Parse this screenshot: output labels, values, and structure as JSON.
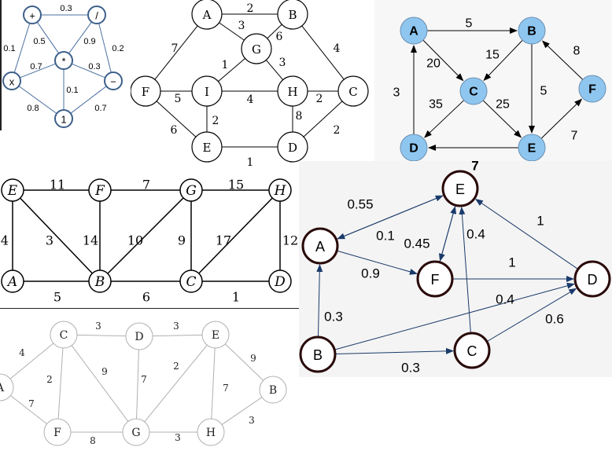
{
  "panels": [
    {
      "id": "expr-graph",
      "nodeFill": "#ffffff",
      "nodeStroke": "#3d5f8a",
      "edgeColor": "#4a6fa0",
      "textColor": "#000000",
      "nodes": [
        {
          "id": "plus",
          "label": "+"
        },
        {
          "id": "div",
          "label": "/"
        },
        {
          "id": "mul",
          "label": "*"
        },
        {
          "id": "x",
          "label": "x"
        },
        {
          "id": "minus",
          "label": "−"
        },
        {
          "id": "one",
          "label": "1"
        }
      ],
      "edges": [
        {
          "from": "plus",
          "to": "div",
          "label": "0.3"
        },
        {
          "from": "plus",
          "to": "mul",
          "label": "0.5"
        },
        {
          "from": "plus",
          "to": "x",
          "label": "0.1"
        },
        {
          "from": "div",
          "to": "mul",
          "label": "0.9"
        },
        {
          "from": "div",
          "to": "minus",
          "label": "0.2"
        },
        {
          "from": "x",
          "to": "mul",
          "label": "0.7"
        },
        {
          "from": "mul",
          "to": "minus",
          "label": "0.3"
        },
        {
          "from": "mul",
          "to": "one",
          "label": "0.1"
        },
        {
          "from": "x",
          "to": "one",
          "label": "0.8"
        },
        {
          "from": "minus",
          "to": "one",
          "label": "0.7"
        }
      ]
    },
    {
      "id": "graph-afgihbce",
      "nodeFill": "#ffffff",
      "nodeStroke": "#000000",
      "edgeColor": "#000000",
      "textColor": "#000000",
      "nodes": [
        {
          "id": "A",
          "label": "A"
        },
        {
          "id": "B",
          "label": "B"
        },
        {
          "id": "G",
          "label": "G"
        },
        {
          "id": "F",
          "label": "F"
        },
        {
          "id": "I",
          "label": "I"
        },
        {
          "id": "H",
          "label": "H"
        },
        {
          "id": "C",
          "label": "C"
        },
        {
          "id": "E",
          "label": "E"
        },
        {
          "id": "D",
          "label": "D"
        }
      ],
      "edges": [
        {
          "from": "A",
          "to": "B",
          "label": "2"
        },
        {
          "from": "A",
          "to": "G",
          "label": "3"
        },
        {
          "from": "B",
          "to": "G",
          "label": "6"
        },
        {
          "from": "A",
          "to": "F",
          "label": "7"
        },
        {
          "from": "B",
          "to": "C",
          "label": "4"
        },
        {
          "from": "G",
          "to": "I",
          "label": "1"
        },
        {
          "from": "G",
          "to": "H",
          "label": "3"
        },
        {
          "from": "F",
          "to": "I",
          "label": "5"
        },
        {
          "from": "I",
          "to": "H",
          "label": "4"
        },
        {
          "from": "H",
          "to": "C",
          "label": "2"
        },
        {
          "from": "F",
          "to": "E",
          "label": "6"
        },
        {
          "from": "I",
          "to": "E",
          "label": "2"
        },
        {
          "from": "H",
          "to": "D",
          "label": "8"
        },
        {
          "from": "C",
          "to": "D",
          "label": "2"
        },
        {
          "from": "E",
          "to": "D",
          "label": "1"
        }
      ]
    },
    {
      "id": "directed-blue",
      "nodeFill": "#8ec6f0",
      "nodeStroke": "#6a8fb0",
      "edgeColor": "#000000",
      "textColor": "#000000",
      "nodes": [
        {
          "id": "A",
          "label": "A"
        },
        {
          "id": "B",
          "label": "B"
        },
        {
          "id": "C",
          "label": "C"
        },
        {
          "id": "F",
          "label": "F"
        },
        {
          "id": "D",
          "label": "D"
        },
        {
          "id": "E",
          "label": "E"
        }
      ],
      "edges": [
        {
          "from": "A",
          "to": "B",
          "label": "5"
        },
        {
          "from": "A",
          "to": "C",
          "label": "20"
        },
        {
          "from": "B",
          "to": "C",
          "label": "15"
        },
        {
          "from": "F",
          "to": "B",
          "label": "8"
        },
        {
          "from": "D",
          "to": "A",
          "label": "3"
        },
        {
          "from": "B",
          "to": "E",
          "label": "5"
        },
        {
          "from": "C",
          "to": "D",
          "label": "35"
        },
        {
          "from": "C",
          "to": "E",
          "label": "25"
        },
        {
          "from": "E",
          "to": "F",
          "label": "7"
        },
        {
          "from": "E",
          "to": "D",
          "label": ""
        }
      ]
    },
    {
      "id": "graph-italic",
      "nodeFill": "#ffffff",
      "nodeStroke": "#000000",
      "edgeColor": "#000000",
      "textColor": "#000000",
      "nodes": [
        {
          "id": "E",
          "label": "E"
        },
        {
          "id": "F",
          "label": "F"
        },
        {
          "id": "G",
          "label": "G"
        },
        {
          "id": "H",
          "label": "H"
        },
        {
          "id": "A",
          "label": "A"
        },
        {
          "id": "B",
          "label": "B"
        },
        {
          "id": "C",
          "label": "C"
        },
        {
          "id": "D",
          "label": "D"
        }
      ],
      "edges": [
        {
          "from": "E",
          "to": "F",
          "label": "11"
        },
        {
          "from": "F",
          "to": "G",
          "label": "7"
        },
        {
          "from": "G",
          "to": "H",
          "label": "15"
        },
        {
          "from": "E",
          "to": "A",
          "label": "4"
        },
        {
          "from": "E",
          "to": "B",
          "label": "3"
        },
        {
          "from": "F",
          "to": "B",
          "label": "14"
        },
        {
          "from": "G",
          "to": "B",
          "label": "10"
        },
        {
          "from": "G",
          "to": "C",
          "label": "9"
        },
        {
          "from": "H",
          "to": "C",
          "label": "17"
        },
        {
          "from": "H",
          "to": "D",
          "label": "12"
        },
        {
          "from": "A",
          "to": "B",
          "label": "5"
        },
        {
          "from": "B",
          "to": "C",
          "label": "6"
        },
        {
          "from": "C",
          "to": "D",
          "label": "1"
        }
      ]
    },
    {
      "id": "directed-dark",
      "nodeFill": "#ffffff",
      "nodeStroke": "#2a0a0a",
      "edgeColor": "#1a3a6a",
      "textColor": "#000000",
      "topLabel": "7",
      "nodes": [
        {
          "id": "E",
          "label": "E"
        },
        {
          "id": "A",
          "label": "A"
        },
        {
          "id": "F",
          "label": "F"
        },
        {
          "id": "D",
          "label": "D"
        },
        {
          "id": "B",
          "label": "B"
        },
        {
          "id": "C",
          "label": "C"
        }
      ],
      "edges": [
        {
          "from": "E",
          "to": "A",
          "label": "0.55"
        },
        {
          "from": "A",
          "to": "E",
          "label": "0.1"
        },
        {
          "from": "E",
          "to": "F",
          "label": "0.45"
        },
        {
          "from": "F",
          "to": "E",
          "label": "0.4"
        },
        {
          "from": "A",
          "to": "F",
          "label": "0.9"
        },
        {
          "from": "F",
          "to": "D",
          "label": "1"
        },
        {
          "from": "D",
          "to": "E",
          "label": "1"
        },
        {
          "from": "B",
          "to": "A",
          "label": "0.3"
        },
        {
          "from": "B",
          "to": "D",
          "label": "0.4"
        },
        {
          "from": "B",
          "to": "C",
          "label": "0.3"
        },
        {
          "from": "C",
          "to": "D",
          "label": "0.6"
        },
        {
          "from": "C",
          "to": "E",
          "label": ""
        }
      ]
    },
    {
      "id": "graph-gray",
      "nodeFill": "#ffffff",
      "nodeStroke": "#b0b0b0",
      "edgeColor": "#b0b0b0",
      "textColor": "#222222",
      "nodes": [
        {
          "id": "A",
          "label": "A"
        },
        {
          "id": "C",
          "label": "C"
        },
        {
          "id": "D",
          "label": "D"
        },
        {
          "id": "E",
          "label": "E"
        },
        {
          "id": "F",
          "label": "F"
        },
        {
          "id": "G",
          "label": "G"
        },
        {
          "id": "H",
          "label": "H"
        },
        {
          "id": "B",
          "label": "B"
        }
      ],
      "edges": [
        {
          "from": "A",
          "to": "C",
          "label": "4"
        },
        {
          "from": "A",
          "to": "F",
          "label": "7"
        },
        {
          "from": "C",
          "to": "D",
          "label": "3"
        },
        {
          "from": "C",
          "to": "F",
          "label": "2"
        },
        {
          "from": "C",
          "to": "G",
          "label": "9"
        },
        {
          "from": "D",
          "to": "E",
          "label": "3"
        },
        {
          "from": "D",
          "to": "G",
          "label": "7"
        },
        {
          "from": "E",
          "to": "G",
          "label": "2"
        },
        {
          "from": "E",
          "to": "H",
          "label": "7"
        },
        {
          "from": "E",
          "to": "B",
          "label": "9"
        },
        {
          "from": "F",
          "to": "G",
          "label": "8"
        },
        {
          "from": "G",
          "to": "H",
          "label": "3"
        },
        {
          "from": "H",
          "to": "B",
          "label": "3"
        }
      ]
    }
  ]
}
